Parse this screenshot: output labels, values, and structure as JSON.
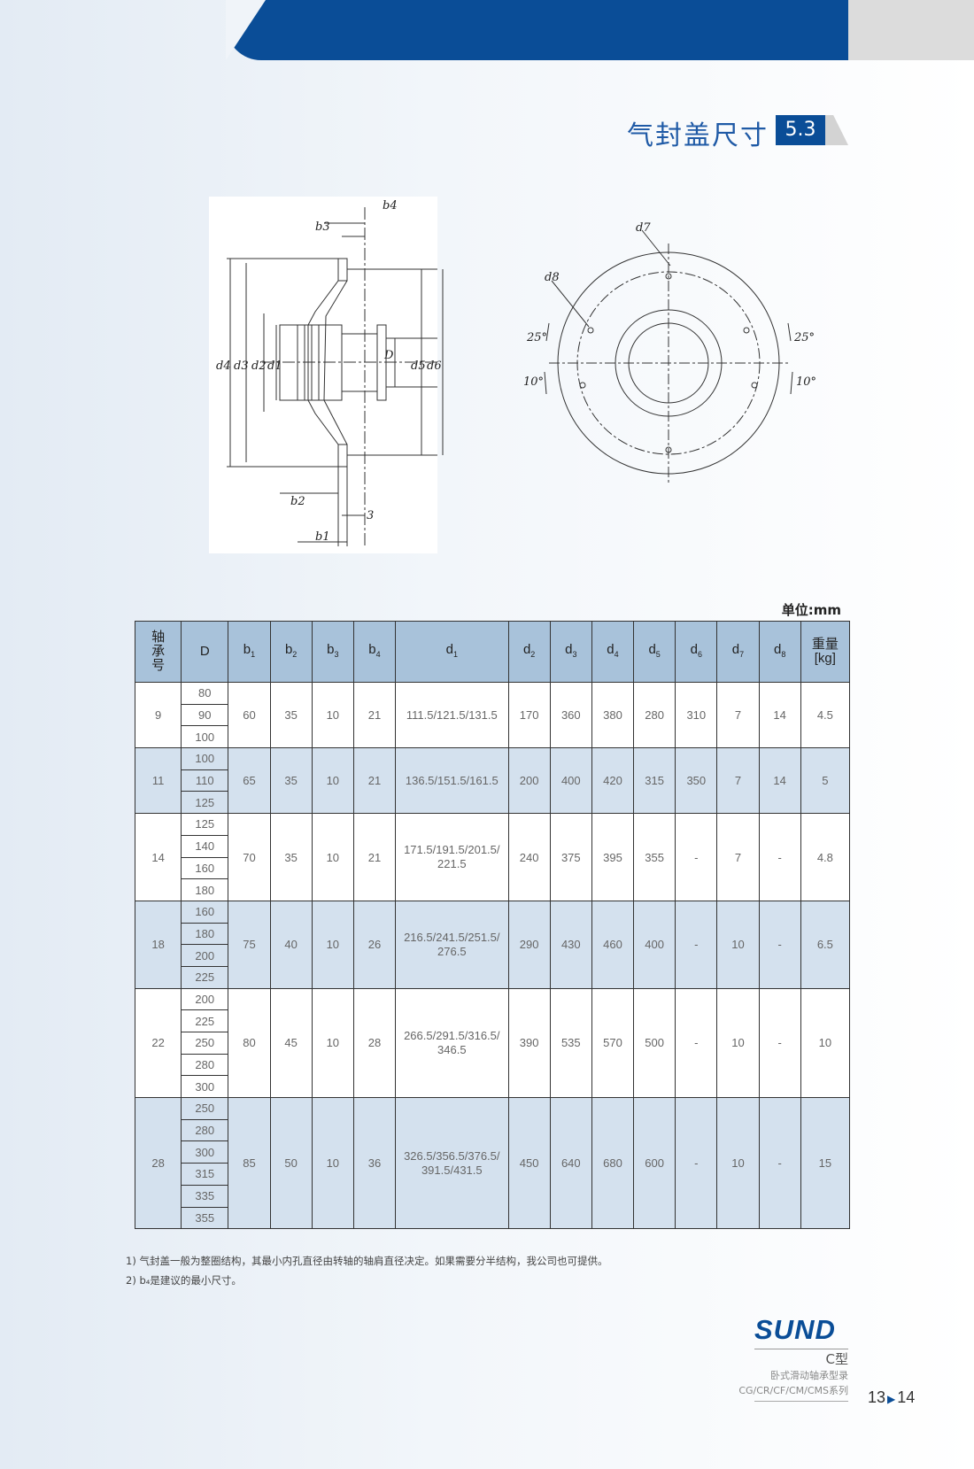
{
  "section": {
    "title": "气封盖尺寸",
    "number": "5.3"
  },
  "drawing": {
    "labels_left": [
      "b4",
      "b3",
      "d4",
      "d3",
      "d2",
      "d1",
      "D",
      "d5",
      "d6",
      "b2",
      "3",
      "b1"
    ],
    "labels_right": [
      "d7",
      "d8",
      "25°",
      "25°",
      "10°",
      "10°"
    ]
  },
  "unit": "单位:mm",
  "table": {
    "headers": [
      {
        "base": "轴承号",
        "sub": ""
      },
      {
        "base": "D",
        "sub": ""
      },
      {
        "base": "b",
        "sub": "1"
      },
      {
        "base": "b",
        "sub": "2"
      },
      {
        "base": "b",
        "sub": "3"
      },
      {
        "base": "b",
        "sub": "4"
      },
      {
        "base": "d",
        "sub": "1"
      },
      {
        "base": "d",
        "sub": "2"
      },
      {
        "base": "d",
        "sub": "3"
      },
      {
        "base": "d",
        "sub": "4"
      },
      {
        "base": "d",
        "sub": "5"
      },
      {
        "base": "d",
        "sub": "6"
      },
      {
        "base": "d",
        "sub": "7"
      },
      {
        "base": "d",
        "sub": "8"
      },
      {
        "base": "重量[kg]",
        "sub": ""
      }
    ],
    "groups": [
      {
        "no": "9",
        "D": [
          "80",
          "90",
          "100"
        ],
        "b1": "60",
        "b2": "35",
        "b3": "10",
        "b4": "21",
        "d1": "111.5/121.5/131.5",
        "d2": "170",
        "d3": "360",
        "d4": "380",
        "d5": "280",
        "d6": "310",
        "d7": "7",
        "d8": "14",
        "w": "4.5",
        "shade": false
      },
      {
        "no": "11",
        "D": [
          "100",
          "110",
          "125"
        ],
        "b1": "65",
        "b2": "35",
        "b3": "10",
        "b4": "21",
        "d1": "136.5/151.5/161.5",
        "d2": "200",
        "d3": "400",
        "d4": "420",
        "d5": "315",
        "d6": "350",
        "d7": "7",
        "d8": "14",
        "w": "5",
        "shade": true
      },
      {
        "no": "14",
        "D": [
          "125",
          "140",
          "160",
          "180"
        ],
        "b1": "70",
        "b2": "35",
        "b3": "10",
        "b4": "21",
        "d1": "171.5/191.5/201.5/ 221.5",
        "d2": "240",
        "d3": "375",
        "d4": "395",
        "d5": "355",
        "d6": "-",
        "d7": "7",
        "d8": "-",
        "w": "4.8",
        "shade": false
      },
      {
        "no": "18",
        "D": [
          "160",
          "180",
          "200",
          "225"
        ],
        "b1": "75",
        "b2": "40",
        "b3": "10",
        "b4": "26",
        "d1": "216.5/241.5/251.5/ 276.5",
        "d2": "290",
        "d3": "430",
        "d4": "460",
        "d5": "400",
        "d6": "-",
        "d7": "10",
        "d8": "-",
        "w": "6.5",
        "shade": true
      },
      {
        "no": "22",
        "D": [
          "200",
          "225",
          "250",
          "280",
          "300"
        ],
        "b1": "80",
        "b2": "45",
        "b3": "10",
        "b4": "28",
        "d1": "266.5/291.5/316.5/ 346.5",
        "d2": "390",
        "d3": "535",
        "d4": "570",
        "d5": "500",
        "d6": "-",
        "d7": "10",
        "d8": "-",
        "w": "10",
        "shade": false
      },
      {
        "no": "28",
        "D": [
          "250",
          "280",
          "300",
          "315",
          "335",
          "355"
        ],
        "b1": "85",
        "b2": "50",
        "b3": "10",
        "b4": "36",
        "d1": "326.5/356.5/376.5/ 391.5/431.5",
        "d2": "450",
        "d3": "640",
        "d4": "680",
        "d5": "600",
        "d6": "-",
        "d7": "10",
        "d8": "-",
        "w": "15",
        "shade": true
      }
    ]
  },
  "notes": [
    "1) 气封盖一般为整圈结构，其最小内孔直径由转轴的轴肩直径决定。如果需要分半结构，我公司也可提供。",
    "2) b₄是建议的最小尺寸。"
  ],
  "footer": {
    "logo": "SUND",
    "type": "C型",
    "subtitle1": "卧式滑动轴承型录",
    "subtitle2": "CG/CR/CF/CM/CMS系列",
    "page_left": "13",
    "page_right": "14"
  }
}
